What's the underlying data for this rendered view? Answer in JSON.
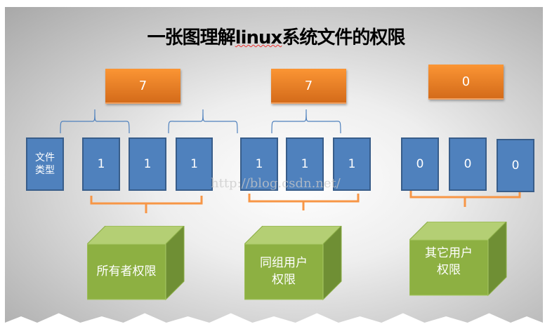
{
  "title": {
    "pre": "一张图理解",
    "underlined": "linux",
    "post": "系统文件的权限"
  },
  "octal": [
    "7",
    "7",
    "0"
  ],
  "file_type_label": "文件\n类型",
  "bits": {
    "owner": [
      "1",
      "1",
      "1"
    ],
    "group": [
      "1",
      "1",
      "1"
    ],
    "other": [
      "0",
      "0",
      "0"
    ]
  },
  "cubes": [
    "所有者权限",
    "同组用户\n权限",
    "其它用户\n权限"
  ],
  "watermark": "http://blog.csdn.net/",
  "colors": {
    "orange": "#f79646",
    "blue": "#4f81bd",
    "green": "#9bbb59"
  }
}
